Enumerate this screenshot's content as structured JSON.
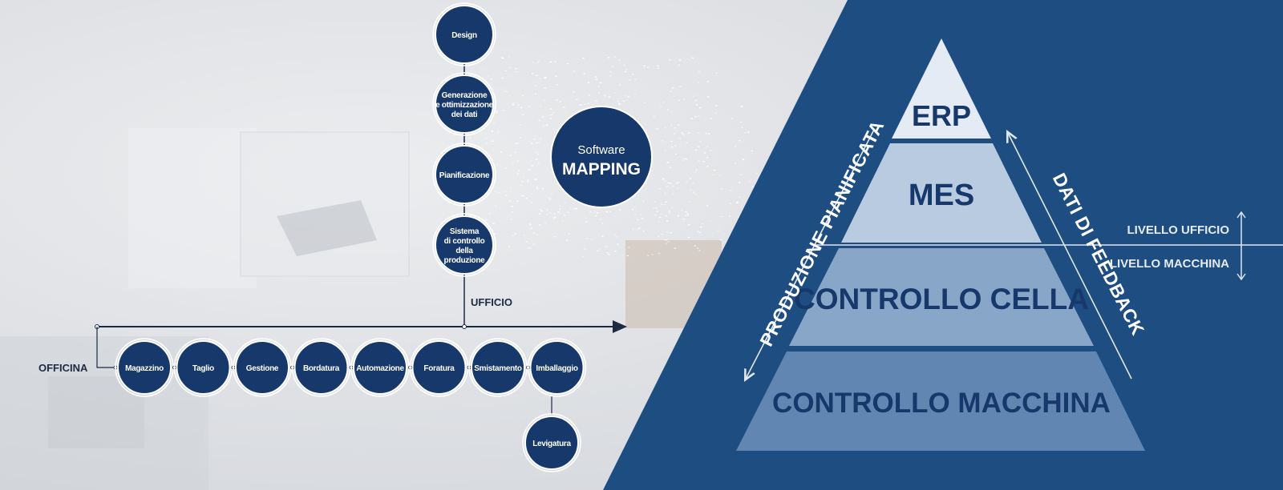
{
  "colors": {
    "navy": "#17386b",
    "panel": "#1e4d82",
    "erp_fill": "#e4ebf4",
    "mes_fill": "#b9cbe0",
    "cella_fill": "#88a7c8",
    "macchina_fill": "#6286b2"
  },
  "office_steps": [
    {
      "label": "Design"
    },
    {
      "label": "Generazione\ne ottimizzazione\ndei dati"
    },
    {
      "label": "Pianificazione"
    },
    {
      "label": "Sistema\ndi controllo\ndella\nproduzione"
    }
  ],
  "software": {
    "line1": "Software",
    "line2": "MAPPING"
  },
  "ufficio_label": "UFFICIO",
  "officina_label": "OFFICINA",
  "shop_steps": [
    {
      "label": "Magazzino"
    },
    {
      "label": "Taglio"
    },
    {
      "label": "Gestione"
    },
    {
      "label": "Bordatura"
    },
    {
      "label": "Automazione"
    },
    {
      "label": "Foratura"
    },
    {
      "label": "Smistamento"
    },
    {
      "label": "Imballaggio"
    }
  ],
  "extra_step": {
    "label": "Levigatura"
  },
  "pyramid": {
    "levels": [
      "ERP",
      "MES",
      "CONTROLLO CELLA",
      "CONTROLLO MACCHINA"
    ],
    "left_label": "PRODUZIONE PIANIFICATA",
    "right_label": "DATI DI FEEDBACK"
  },
  "levels_side": {
    "upper": "LIVELLO UFFICIO",
    "lower": "LIVELLO MACCHINA"
  }
}
